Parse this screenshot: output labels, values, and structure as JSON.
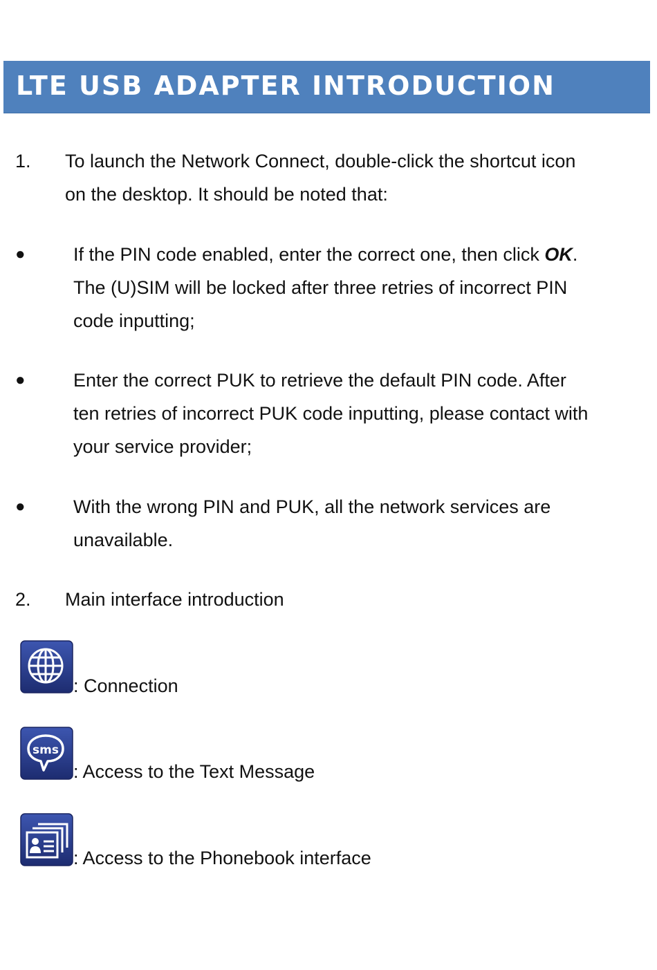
{
  "header": {
    "title": "LTE USB ADAPTER INTRODUCTION"
  },
  "step1": {
    "number": "1.",
    "text_line1": "To launch the Network Connect, double-click the shortcut icon",
    "text_line2": "on the desktop. It should be noted that:"
  },
  "bullets": [
    {
      "symbol": "●",
      "line1_before": "If the PIN code enabled, enter the correct one, then click ",
      "line1_emphasis": "OK",
      "line1_after": ".",
      "line2": "The (U)SIM will be locked after three retries of incorrect PIN",
      "line3": "code inputting;"
    },
    {
      "symbol": "●",
      "line1": "Enter the correct PUK to retrieve the default PIN code. After",
      "line2": "ten retries of incorrect PUK code inputting, please contact with",
      "line3": "your service provider;"
    },
    {
      "symbol": "●",
      "line1": "With the wrong PIN and PUK, all the network services are",
      "line2": "unavailable."
    }
  ],
  "step2": {
    "number": "2.",
    "text": "Main interface introduction"
  },
  "icons": [
    {
      "icon": "globe-icon",
      "label": ": Connection"
    },
    {
      "icon": "sms-icon",
      "sms_text": "sms",
      "label": ": Access to the Text Message"
    },
    {
      "icon": "phonebook-icon",
      "label": ": Access to the Phonebook interface"
    }
  ],
  "colors": {
    "header_bg": "#4f81bd",
    "icon_bg": "#2c3f8f"
  }
}
